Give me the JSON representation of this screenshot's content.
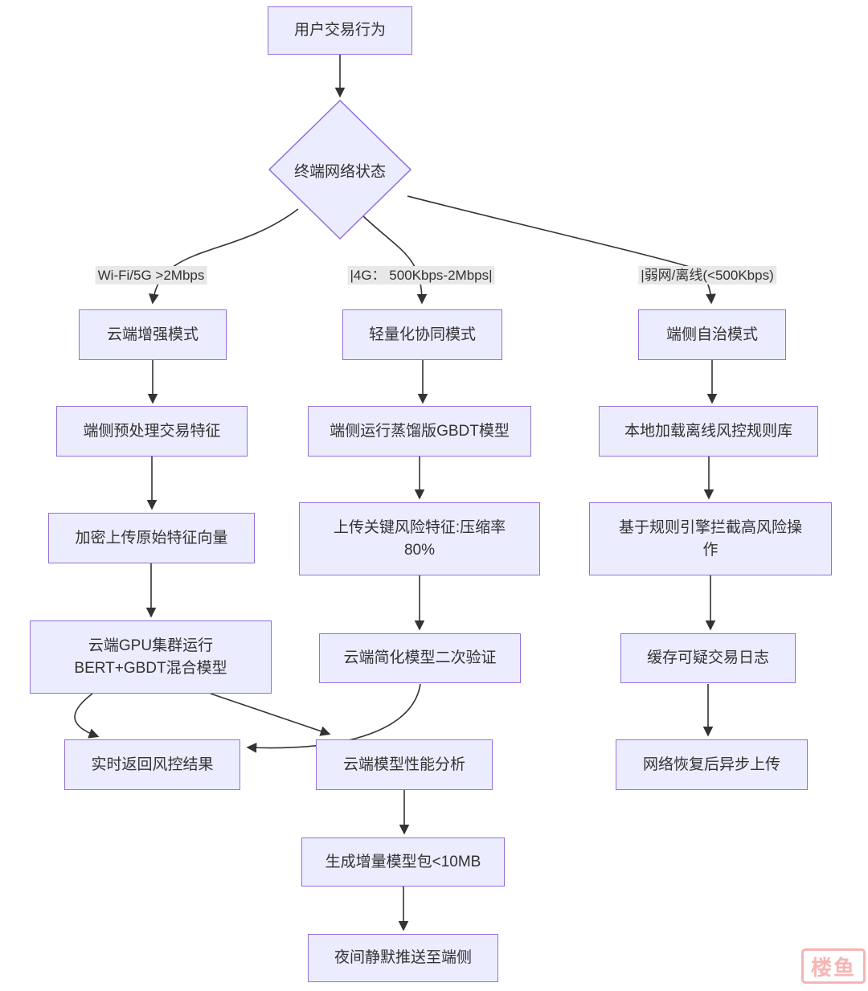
{
  "diagram": {
    "title_hint": "端云协同风控模式流程图",
    "nodes": {
      "user_behavior": {
        "lines": [
          "用户交易行为"
        ]
      },
      "network_status": {
        "lines": [
          "终端网络状态"
        ],
        "shape": "diamond"
      },
      "cloud_enhanced": {
        "lines": [
          "云端增强模式"
        ]
      },
      "light_collab": {
        "lines": [
          "轻量化协同模式"
        ]
      },
      "edge_autonomous": {
        "lines": [
          "端侧自治模式"
        ]
      },
      "preprocess": {
        "lines": [
          "端侧预处理交易特征"
        ]
      },
      "distilled_gbdt": {
        "lines": [
          "端侧运行蒸馏版GBDT模型"
        ]
      },
      "local_rules": {
        "lines": [
          "本地加载离线风控规则库"
        ]
      },
      "encrypt_upload": {
        "lines": [
          "加密上传原始特征向量"
        ]
      },
      "upload_features": {
        "lines": [
          "上传关键风险特征:压缩率",
          "80%"
        ]
      },
      "rule_engine": {
        "lines": [
          "基于规则引擎拦截高风险操",
          "作"
        ]
      },
      "gpu_cluster": {
        "lines": [
          "云端GPU集群运行",
          "BERT+GBDT混合模型"
        ]
      },
      "cloud_verify": {
        "lines": [
          "云端简化模型二次验证"
        ]
      },
      "cache_logs": {
        "lines": [
          "缓存可疑交易日志"
        ]
      },
      "realtime_result": {
        "lines": [
          "实时返回风控结果"
        ]
      },
      "perf_analysis": {
        "lines": [
          "云端模型性能分析"
        ]
      },
      "async_upload": {
        "lines": [
          "网络恢复后异步上传"
        ]
      },
      "model_package": {
        "lines": [
          "生成增量模型包<10MB"
        ]
      },
      "night_push": {
        "lines": [
          "夜间静默推送至端侧"
        ]
      }
    },
    "edge_labels": {
      "wifi": "Wi-Fi/5G >2Mbps",
      "cellular_4g": "|4G： 500Kbps-2Mbps|",
      "weak_offline": "|弱网/离线(<500Kbps)"
    },
    "edges": [
      {
        "from": "user_behavior",
        "to": "network_status"
      },
      {
        "from": "network_status",
        "to": "cloud_enhanced",
        "label": "Wi-Fi/5G >2Mbps"
      },
      {
        "from": "network_status",
        "to": "light_collab",
        "label": "|4G： 500Kbps-2Mbps|"
      },
      {
        "from": "network_status",
        "to": "edge_autonomous",
        "label": "|弱网/离线(<500Kbps)"
      },
      {
        "from": "cloud_enhanced",
        "to": "preprocess"
      },
      {
        "from": "preprocess",
        "to": "encrypt_upload"
      },
      {
        "from": "encrypt_upload",
        "to": "gpu_cluster"
      },
      {
        "from": "gpu_cluster",
        "to": "realtime_result"
      },
      {
        "from": "gpu_cluster",
        "to": "perf_analysis"
      },
      {
        "from": "light_collab",
        "to": "distilled_gbdt"
      },
      {
        "from": "distilled_gbdt",
        "to": "upload_features"
      },
      {
        "from": "upload_features",
        "to": "cloud_verify"
      },
      {
        "from": "cloud_verify",
        "to": "realtime_result"
      },
      {
        "from": "perf_analysis",
        "to": "model_package"
      },
      {
        "from": "model_package",
        "to": "night_push"
      },
      {
        "from": "edge_autonomous",
        "to": "local_rules"
      },
      {
        "from": "local_rules",
        "to": "rule_engine"
      },
      {
        "from": "rule_engine",
        "to": "cache_logs"
      },
      {
        "from": "cache_logs",
        "to": "async_upload"
      }
    ],
    "colors": {
      "node_fill": "#ECECFF",
      "node_border": "#9370DB",
      "edge_stroke": "#333333",
      "edge_label_bg": "#e8e8e8",
      "text": "#333333",
      "watermark": "#f5b5b5"
    },
    "watermark": {
      "text": "楼鱼"
    }
  }
}
